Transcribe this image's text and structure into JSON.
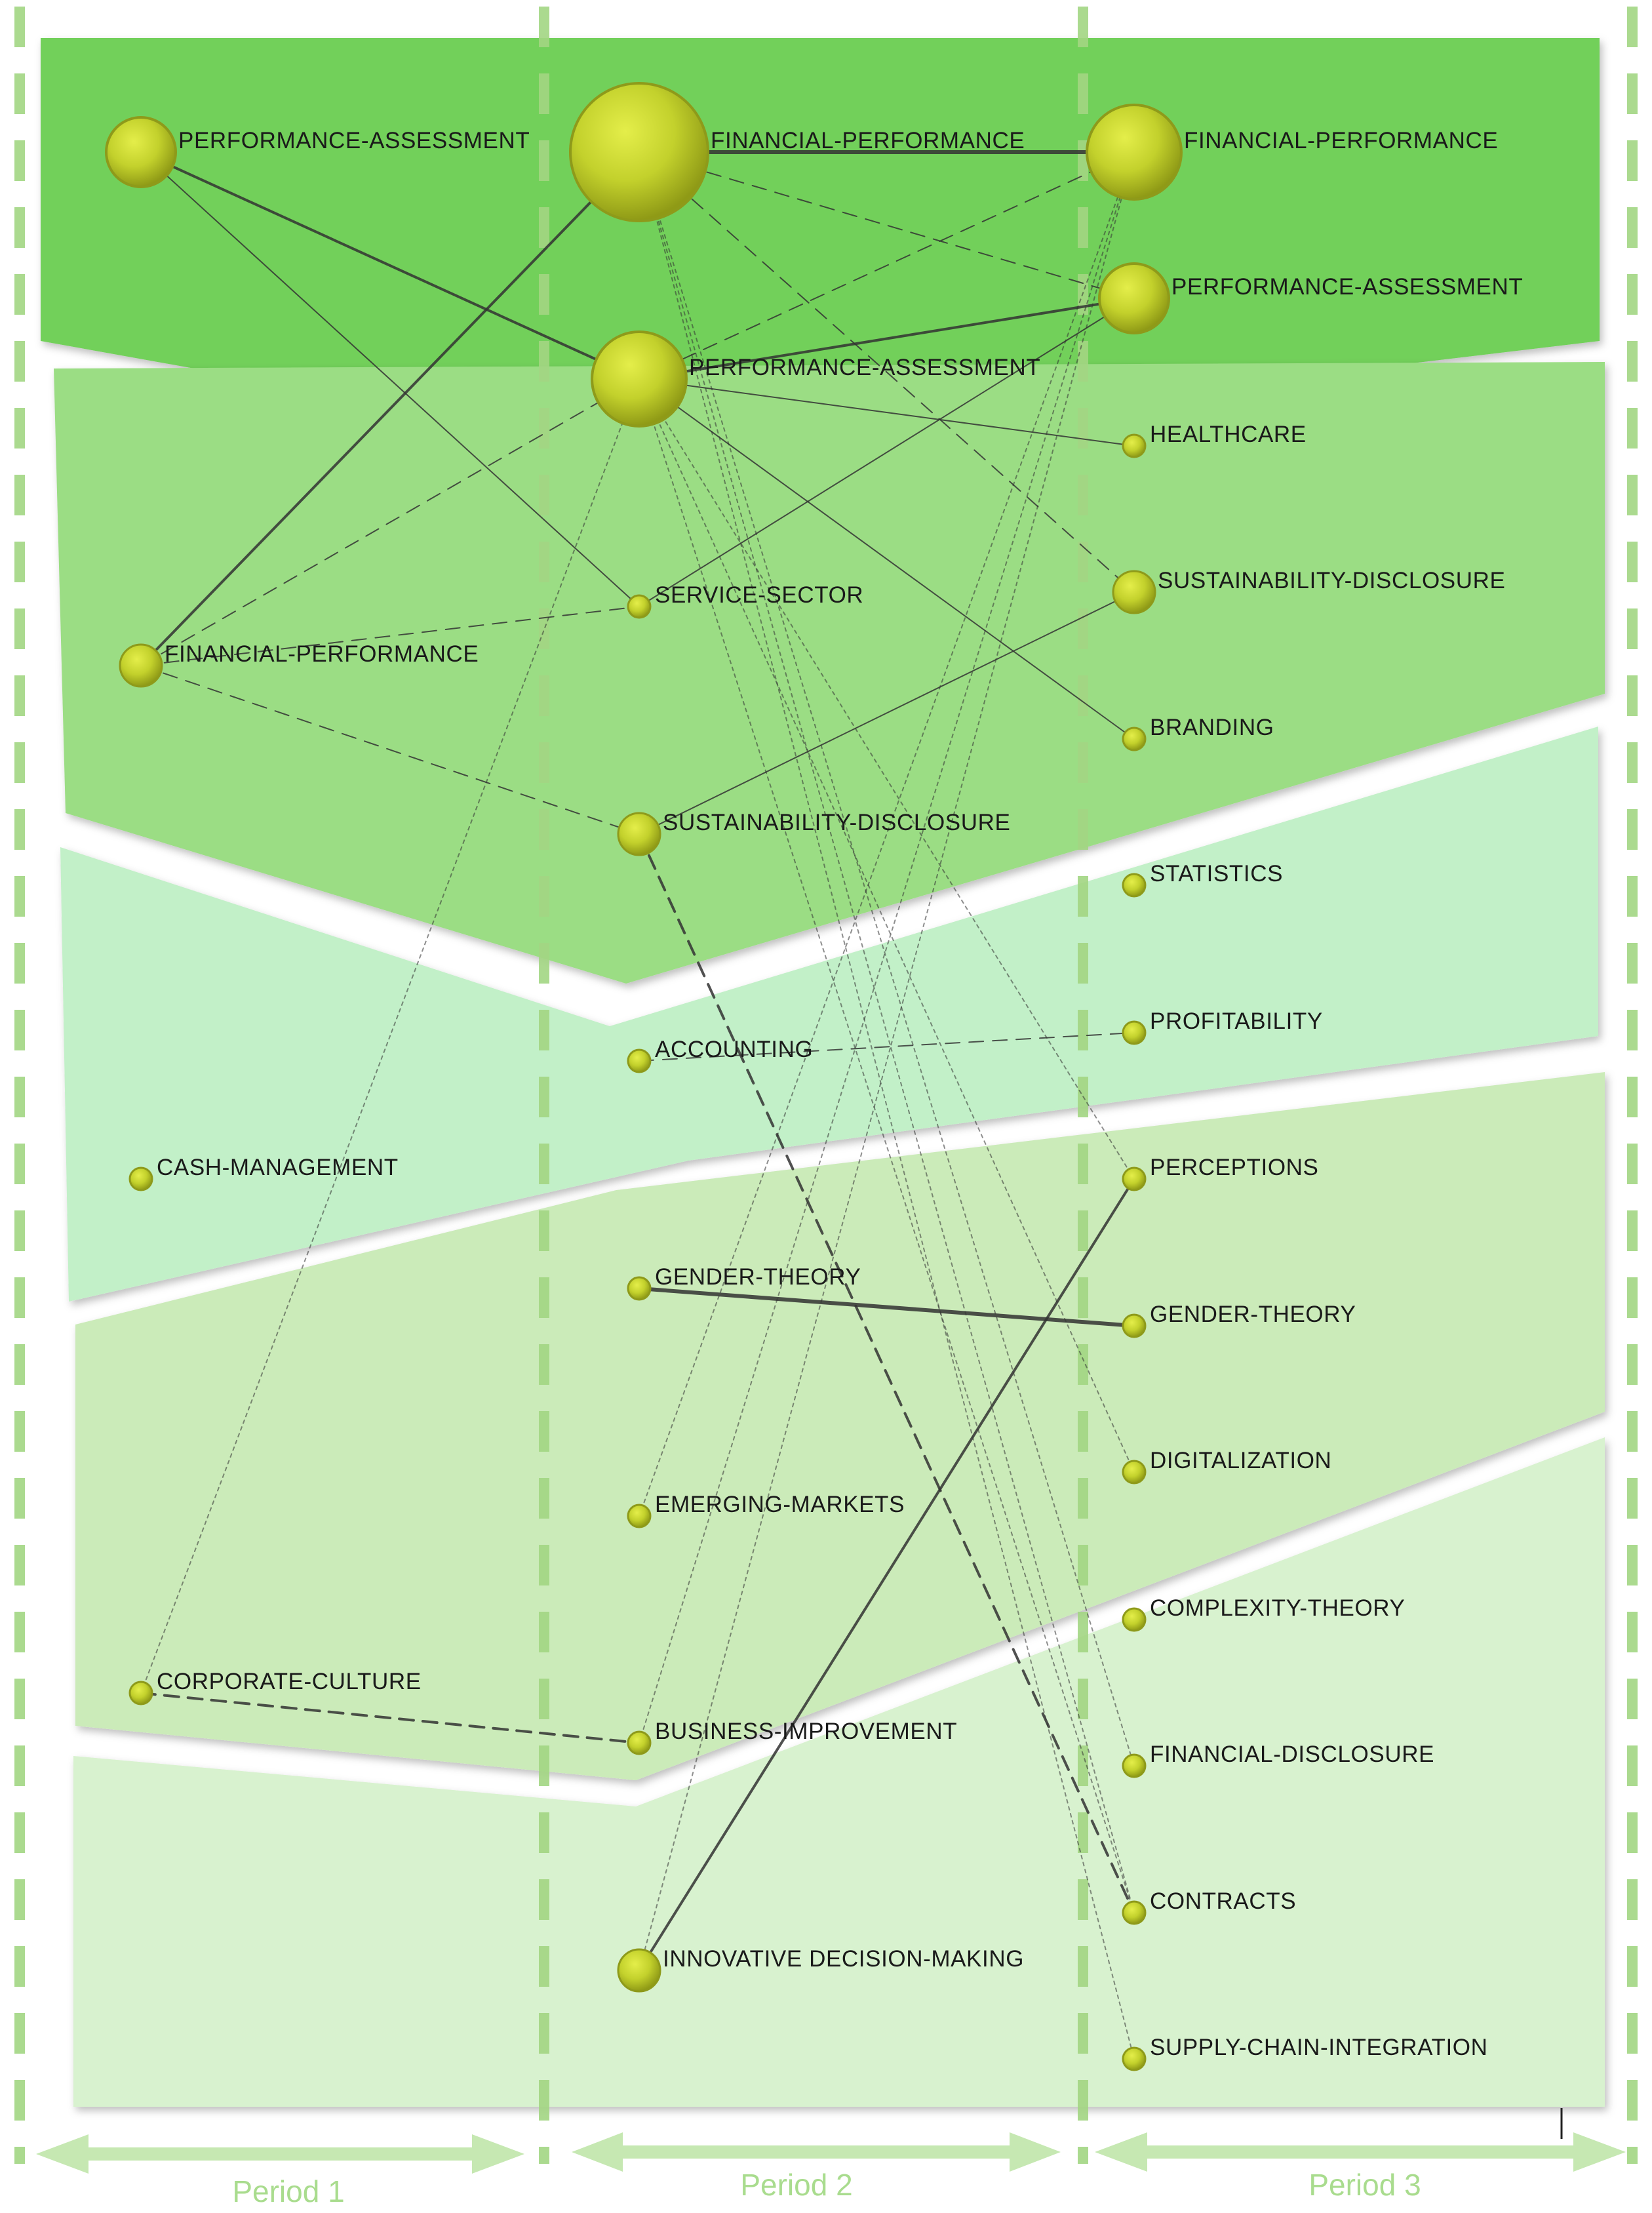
{
  "diagram": {
    "periods": [
      "Period 1",
      "Period 2",
      "Period 3"
    ],
    "colors": {
      "band_1": "#72d05a",
      "band_2": "#9bdd84",
      "band_3": "#c2f0c8",
      "band_4": "#cbebb9",
      "band_5": "#d8f2cf",
      "divider": "#a3d683",
      "period_arrow": "#c6e8b2",
      "period_label": "#a9dc8e",
      "node_fill": "#c6d42e",
      "node_stroke": "#8e9a1a",
      "edge": "#333333"
    },
    "nodes": [
      {
        "id": "p1-performance-assessment",
        "period": 1,
        "label": "PERFORMANCE-ASSESSMENT",
        "size": "medium"
      },
      {
        "id": "p1-financial-performance",
        "period": 1,
        "label": "FINANCIAL-PERFORMANCE",
        "size": "small"
      },
      {
        "id": "p1-cash-management",
        "period": 1,
        "label": "CASH-MANAGEMENT",
        "size": "tiny"
      },
      {
        "id": "p1-corporate-culture",
        "period": 1,
        "label": "CORPORATE-CULTURE",
        "size": "tiny"
      },
      {
        "id": "p2-financial-performance",
        "period": 2,
        "label": "FINANCIAL-PERFORMANCE",
        "size": "xlarge"
      },
      {
        "id": "p2-performance-assessment",
        "period": 2,
        "label": "PERFORMANCE-ASSESSMENT",
        "size": "large"
      },
      {
        "id": "p2-service-sector",
        "period": 2,
        "label": "SERVICE-SECTOR",
        "size": "tiny"
      },
      {
        "id": "p2-sustainability-disclosure",
        "period": 2,
        "label": "SUSTAINABILITY-DISCLOSURE",
        "size": "small"
      },
      {
        "id": "p2-accounting",
        "period": 2,
        "label": "ACCOUNTING",
        "size": "tiny"
      },
      {
        "id": "p2-gender-theory",
        "period": 2,
        "label": "GENDER-THEORY",
        "size": "tiny"
      },
      {
        "id": "p2-emerging-markets",
        "period": 2,
        "label": "EMERGING-MARKETS",
        "size": "tiny"
      },
      {
        "id": "p2-business-improvement",
        "period": 2,
        "label": "BUSINESS-IMPROVEMENT",
        "size": "tiny"
      },
      {
        "id": "p2-innovative-decision-making",
        "period": 2,
        "label": "INNOVATIVE DECISION-MAKING",
        "size": "small"
      },
      {
        "id": "p3-financial-performance",
        "period": 3,
        "label": "FINANCIAL-PERFORMANCE",
        "size": "large"
      },
      {
        "id": "p3-performance-assessment",
        "period": 3,
        "label": "PERFORMANCE-ASSESSMENT",
        "size": "medium"
      },
      {
        "id": "p3-healthcare",
        "period": 3,
        "label": "HEALTHCARE",
        "size": "tiny"
      },
      {
        "id": "p3-sustainability-disclosure",
        "period": 3,
        "label": "SUSTAINABILITY-DISCLOSURE",
        "size": "small"
      },
      {
        "id": "p3-branding",
        "period": 3,
        "label": "BRANDING",
        "size": "tiny"
      },
      {
        "id": "p3-statistics",
        "period": 3,
        "label": "STATISTICS",
        "size": "tiny"
      },
      {
        "id": "p3-profitability",
        "period": 3,
        "label": "PROFITABILITY",
        "size": "tiny"
      },
      {
        "id": "p3-perceptions",
        "period": 3,
        "label": "PERCEPTIONS",
        "size": "tiny"
      },
      {
        "id": "p3-gender-theory",
        "period": 3,
        "label": "GENDER-THEORY",
        "size": "tiny"
      },
      {
        "id": "p3-digitalization",
        "period": 3,
        "label": "DIGITALIZATION",
        "size": "tiny"
      },
      {
        "id": "p3-complexity-theory",
        "period": 3,
        "label": "COMPLEXITY-THEORY",
        "size": "tiny"
      },
      {
        "id": "p3-financial-disclosure",
        "period": 3,
        "label": "FINANCIAL-DISCLOSURE",
        "size": "tiny"
      },
      {
        "id": "p3-contracts",
        "period": 3,
        "label": "CONTRACTS",
        "size": "tiny"
      },
      {
        "id": "p3-supply-chain-integration",
        "period": 3,
        "label": "SUPPLY-CHAIN-INTEGRATION",
        "size": "tiny"
      }
    ],
    "edges": [
      {
        "from": "p1-performance-assessment",
        "to": "p2-performance-assessment",
        "style": "solid",
        "weight": "medium"
      },
      {
        "from": "p1-performance-assessment",
        "to": "p2-service-sector",
        "style": "solid",
        "weight": "thin"
      },
      {
        "from": "p1-financial-performance",
        "to": "p2-financial-performance",
        "style": "solid",
        "weight": "medium"
      },
      {
        "from": "p1-financial-performance",
        "to": "p2-performance-assessment",
        "style": "dashed",
        "weight": "thin"
      },
      {
        "from": "p1-financial-performance",
        "to": "p2-service-sector",
        "style": "dashed",
        "weight": "thin"
      },
      {
        "from": "p1-financial-performance",
        "to": "p2-sustainability-disclosure",
        "style": "dashed",
        "weight": "thin"
      },
      {
        "from": "p1-corporate-culture",
        "to": "p2-business-improvement",
        "style": "dashed",
        "weight": "medium"
      },
      {
        "from": "p1-corporate-culture",
        "to": "p2-performance-assessment",
        "style": "dotted",
        "weight": "thin"
      },
      {
        "from": "p2-financial-performance",
        "to": "p3-financial-performance",
        "style": "solid",
        "weight": "thick"
      },
      {
        "from": "p2-financial-performance",
        "to": "p3-performance-assessment",
        "style": "dashed",
        "weight": "thin"
      },
      {
        "from": "p2-financial-performance",
        "to": "p3-sustainability-disclosure",
        "style": "dashed",
        "weight": "thin"
      },
      {
        "from": "p2-financial-performance",
        "to": "p3-contracts",
        "style": "dotted",
        "weight": "thin"
      },
      {
        "from": "p2-financial-performance",
        "to": "p3-financial-disclosure",
        "style": "dotted",
        "weight": "thin"
      },
      {
        "from": "p2-financial-performance",
        "to": "p3-supply-chain-integration",
        "style": "dotted",
        "weight": "thin"
      },
      {
        "from": "p2-performance-assessment",
        "to": "p3-financial-performance",
        "style": "dashed",
        "weight": "thin"
      },
      {
        "from": "p2-performance-assessment",
        "to": "p3-performance-assessment",
        "style": "solid",
        "weight": "medium"
      },
      {
        "from": "p2-performance-assessment",
        "to": "p3-healthcare",
        "style": "solid",
        "weight": "thin"
      },
      {
        "from": "p2-performance-assessment",
        "to": "p3-branding",
        "style": "solid",
        "weight": "thin"
      },
      {
        "from": "p2-performance-assessment",
        "to": "p3-perceptions",
        "style": "dotted",
        "weight": "thin"
      },
      {
        "from": "p2-performance-assessment",
        "to": "p3-digitalization",
        "style": "dotted",
        "weight": "thin"
      },
      {
        "from": "p2-performance-assessment",
        "to": "p3-contracts",
        "style": "dotted",
        "weight": "thin"
      },
      {
        "from": "p2-service-sector",
        "to": "p3-performance-assessment",
        "style": "solid",
        "weight": "thin"
      },
      {
        "from": "p2-sustainability-disclosure",
        "to": "p3-sustainability-disclosure",
        "style": "solid",
        "weight": "thin"
      },
      {
        "from": "p2-sustainability-disclosure",
        "to": "p3-contracts",
        "style": "dashed",
        "weight": "medium"
      },
      {
        "from": "p2-accounting",
        "to": "p3-profitability",
        "style": "dashed",
        "weight": "thin"
      },
      {
        "from": "p2-gender-theory",
        "to": "p3-gender-theory",
        "style": "solid",
        "weight": "thick"
      },
      {
        "from": "p2-emerging-markets",
        "to": "p3-financial-performance",
        "style": "dotted",
        "weight": "thin"
      },
      {
        "from": "p2-business-improvement",
        "to": "p3-financial-performance",
        "style": "dotted",
        "weight": "thin"
      },
      {
        "from": "p2-innovative-decision-making",
        "to": "p3-perceptions",
        "style": "solid",
        "weight": "medium"
      },
      {
        "from": "p2-innovative-decision-making",
        "to": "p3-financial-performance",
        "style": "dotted",
        "weight": "thin"
      }
    ]
  }
}
